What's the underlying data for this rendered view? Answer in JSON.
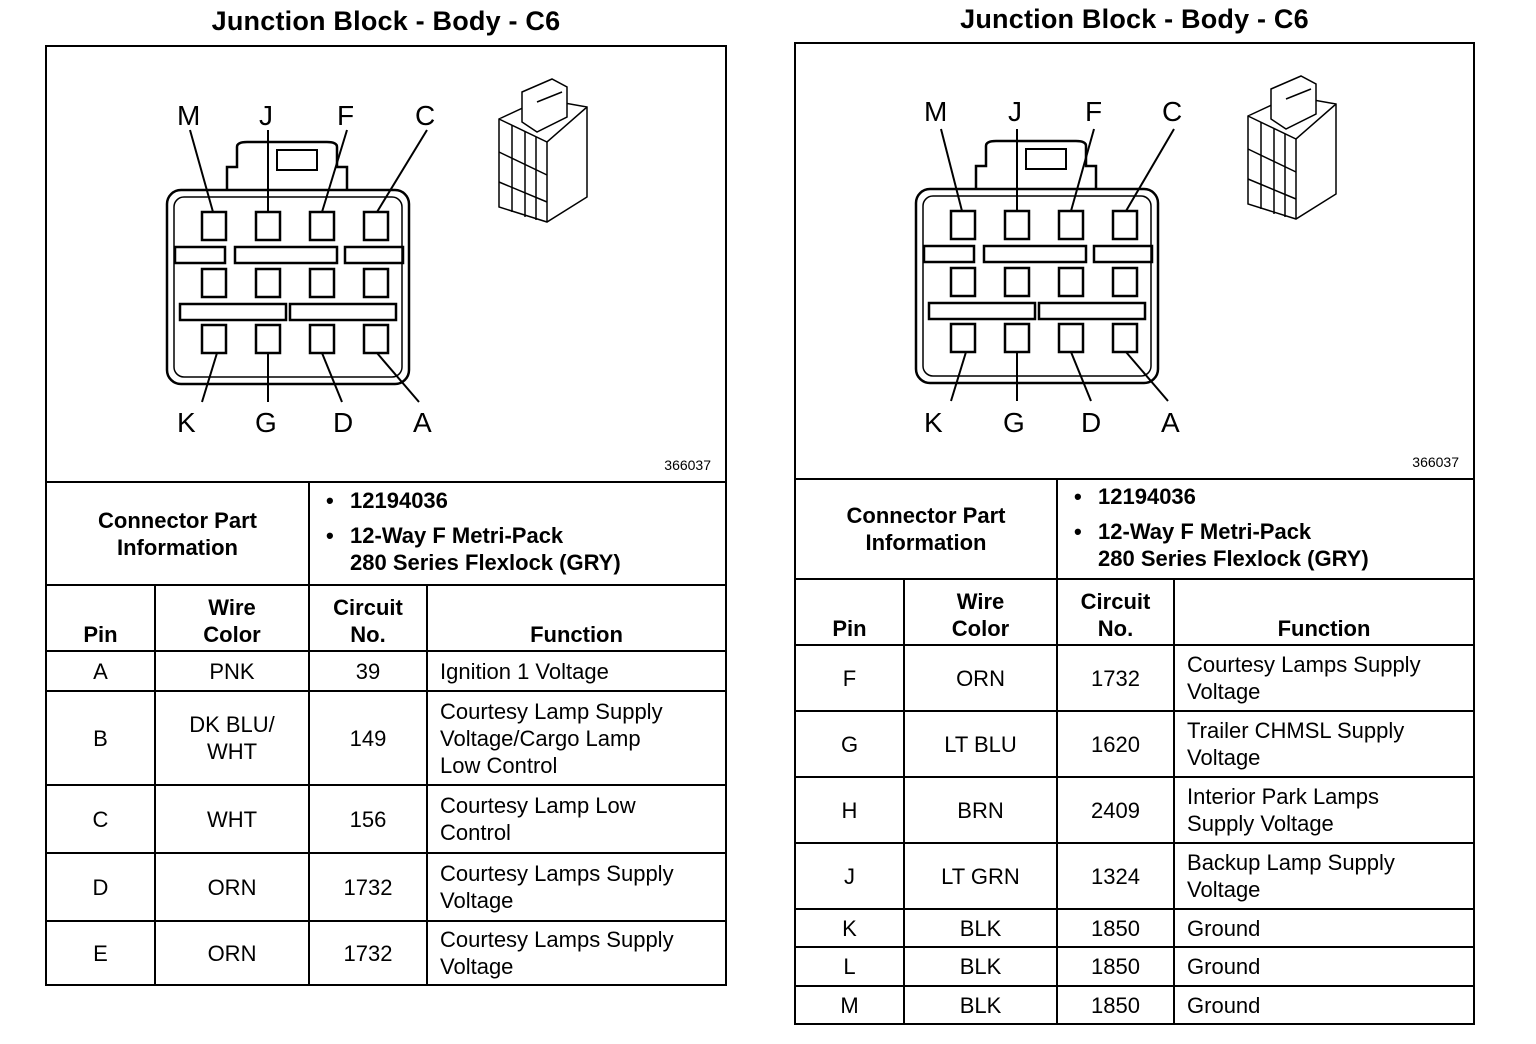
{
  "panels": [
    {
      "title": "Junction Block - Body - C6",
      "figure_number": "366037",
      "pin_labels_top": [
        "M",
        "J",
        "F",
        "C"
      ],
      "pin_labels_bottom": [
        "K",
        "G",
        "D",
        "A"
      ],
      "connector_info": {
        "label_line1": "Connector Part",
        "label_line2": "Information",
        "part_number": "12194036",
        "description_line1": "12-Way F Metri-Pack",
        "description_line2": "280 Series Flexlock (GRY)"
      },
      "headers": {
        "pin": "Pin",
        "wire_color_line1": "Wire",
        "wire_color_line2": "Color",
        "circuit_line1": "Circuit",
        "circuit_line2": "No.",
        "function": "Function"
      },
      "rows": [
        {
          "pin": "A",
          "wire1": "PNK",
          "wire2": "",
          "circuit": "39",
          "function": [
            "Ignition 1 Voltage"
          ]
        },
        {
          "pin": "B",
          "wire1": "DK BLU/",
          "wire2": "WHT",
          "circuit": "149",
          "function": [
            "Courtesy Lamp Supply",
            "Voltage/Cargo Lamp",
            "Low Control"
          ]
        },
        {
          "pin": "C",
          "wire1": "WHT",
          "wire2": "",
          "circuit": "156",
          "function": [
            "Courtesy Lamp Low",
            "Control"
          ]
        },
        {
          "pin": "D",
          "wire1": "ORN",
          "wire2": "",
          "circuit": "1732",
          "function": [
            "Courtesy Lamps Supply",
            "Voltage"
          ]
        },
        {
          "pin": "E",
          "wire1": "ORN",
          "wire2": "",
          "circuit": "1732",
          "function": [
            "Courtesy Lamps Supply",
            "Voltage"
          ]
        }
      ]
    },
    {
      "title": "Junction Block - Body - C6",
      "figure_number": "366037",
      "pin_labels_top": [
        "M",
        "J",
        "F",
        "C"
      ],
      "pin_labels_bottom": [
        "K",
        "G",
        "D",
        "A"
      ],
      "connector_info": {
        "label_line1": "Connector Part",
        "label_line2": "Information",
        "part_number": "12194036",
        "description_line1": "12-Way F Metri-Pack",
        "description_line2": "280 Series Flexlock (GRY)"
      },
      "headers": {
        "pin": "Pin",
        "wire_color_line1": "Wire",
        "wire_color_line2": "Color",
        "circuit_line1": "Circuit",
        "circuit_line2": "No.",
        "function": "Function"
      },
      "rows": [
        {
          "pin": "F",
          "wire1": "ORN",
          "wire2": "",
          "circuit": "1732",
          "function": [
            "Courtesy Lamps Supply",
            "Voltage"
          ]
        },
        {
          "pin": "G",
          "wire1": "LT BLU",
          "wire2": "",
          "circuit": "1620",
          "function": [
            "Trailer CHMSL Supply",
            "Voltage"
          ]
        },
        {
          "pin": "H",
          "wire1": "BRN",
          "wire2": "",
          "circuit": "2409",
          "function": [
            "Interior Park Lamps",
            "Supply Voltage"
          ]
        },
        {
          "pin": "J",
          "wire1": "LT GRN",
          "wire2": "",
          "circuit": "1324",
          "function": [
            "Backup Lamp Supply",
            "Voltage"
          ]
        },
        {
          "pin": "K",
          "wire1": "BLK",
          "wire2": "",
          "circuit": "1850",
          "function": [
            "Ground"
          ]
        },
        {
          "pin": "L",
          "wire1": "BLK",
          "wire2": "",
          "circuit": "1850",
          "function": [
            "Ground"
          ]
        },
        {
          "pin": "M",
          "wire1": "BLK",
          "wire2": "",
          "circuit": "1850",
          "function": [
            "Ground"
          ]
        }
      ]
    }
  ]
}
